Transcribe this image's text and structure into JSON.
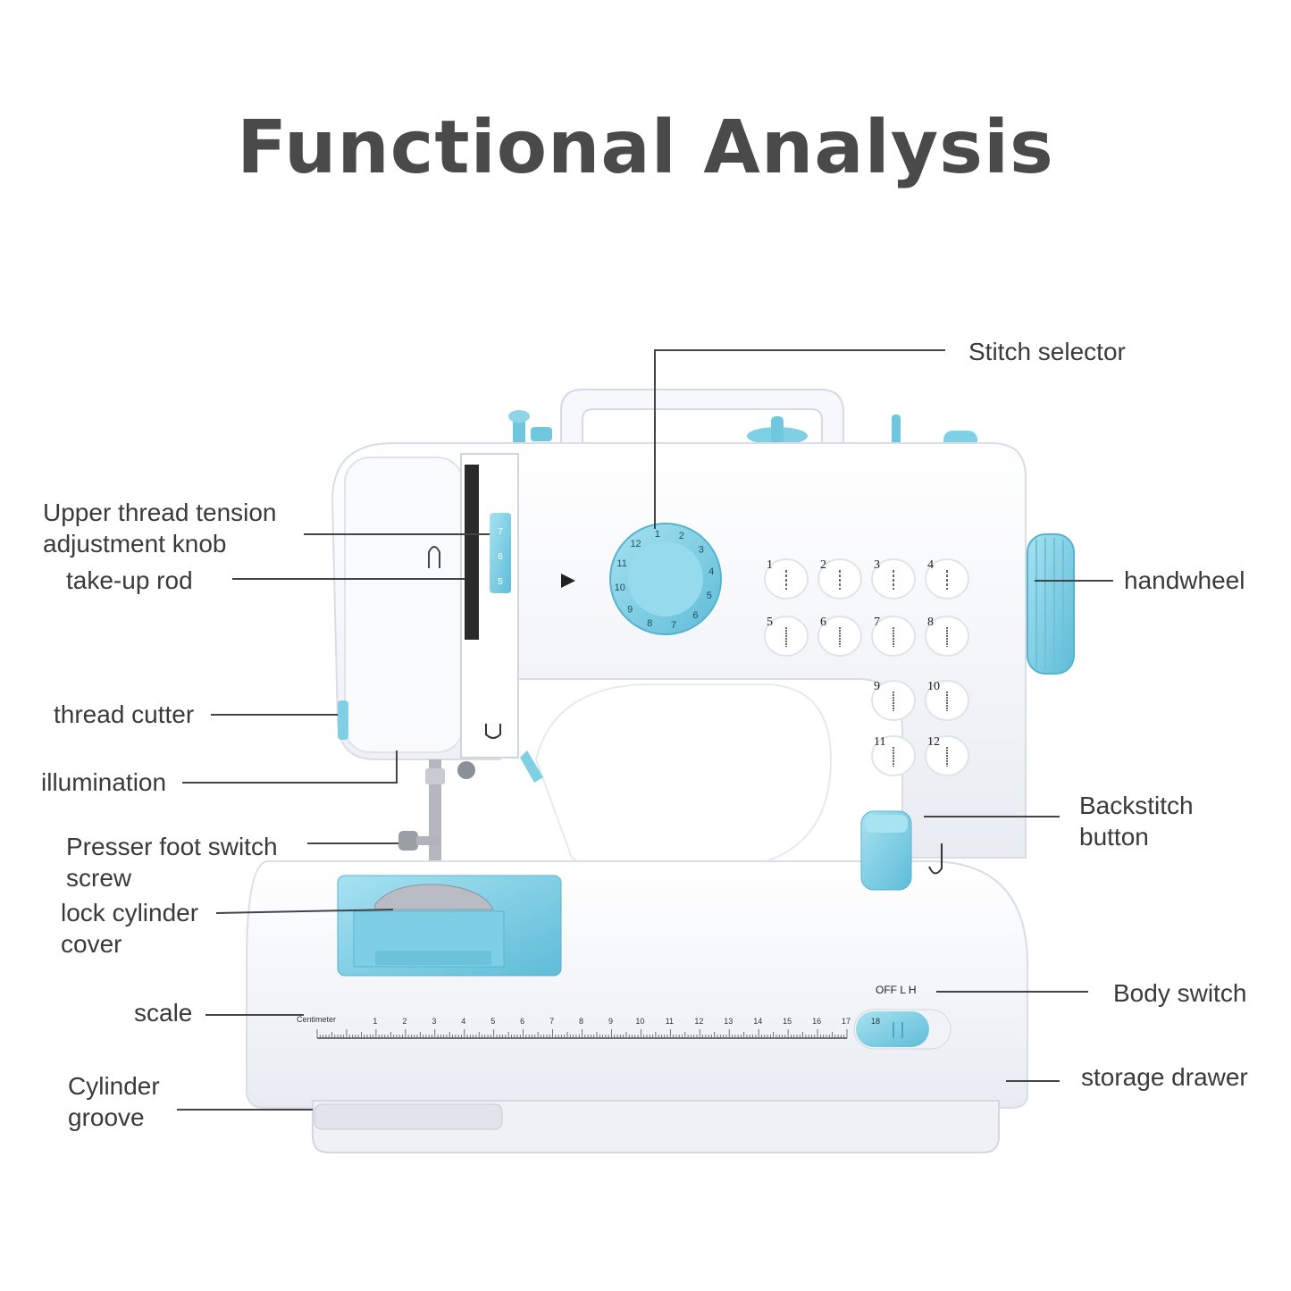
{
  "title": "Functional Analysis",
  "colors": {
    "accent": "#7fcfe5",
    "accent_dark": "#4fb4d2",
    "body": "#f4f6fa",
    "leader": "#444444"
  },
  "labels": {
    "stitch_selector": "Stitch selector",
    "upper_tension": [
      "Upper thread tension",
      "adjustment knob"
    ],
    "take_up_rod": "take-up rod",
    "thread_cutter": "thread cutter",
    "illumination": "illumination",
    "presser_foot": [
      "Presser foot switch",
      "screw"
    ],
    "lock_cylinder": [
      "lock cylinder",
      "cover"
    ],
    "scale": "scale",
    "cylinder_groove": [
      "Cylinder",
      "groove"
    ],
    "handwheel": "handwheel",
    "backstitch": [
      "Backstitch",
      "button"
    ],
    "body_switch": "Body switch",
    "storage_drawer": "storage drawer"
  },
  "machine": {
    "dial_numbers": [
      "1",
      "2",
      "3",
      "4",
      "5",
      "6",
      "7",
      "8",
      "9",
      "10",
      "11",
      "12"
    ],
    "stitch_numbers": [
      "1",
      "2",
      "3",
      "4",
      "5",
      "6",
      "7",
      "8",
      "9",
      "10",
      "11",
      "12"
    ],
    "tension_numbers": [
      "7",
      "6",
      "5"
    ],
    "scale_caption": "Centimeter",
    "scale_numbers": [
      "1",
      "2",
      "3",
      "4",
      "5",
      "6",
      "7",
      "8",
      "9",
      "10",
      "11",
      "12",
      "13",
      "14",
      "15",
      "16",
      "17",
      "18"
    ],
    "switch_text": "OFF  L  H"
  }
}
